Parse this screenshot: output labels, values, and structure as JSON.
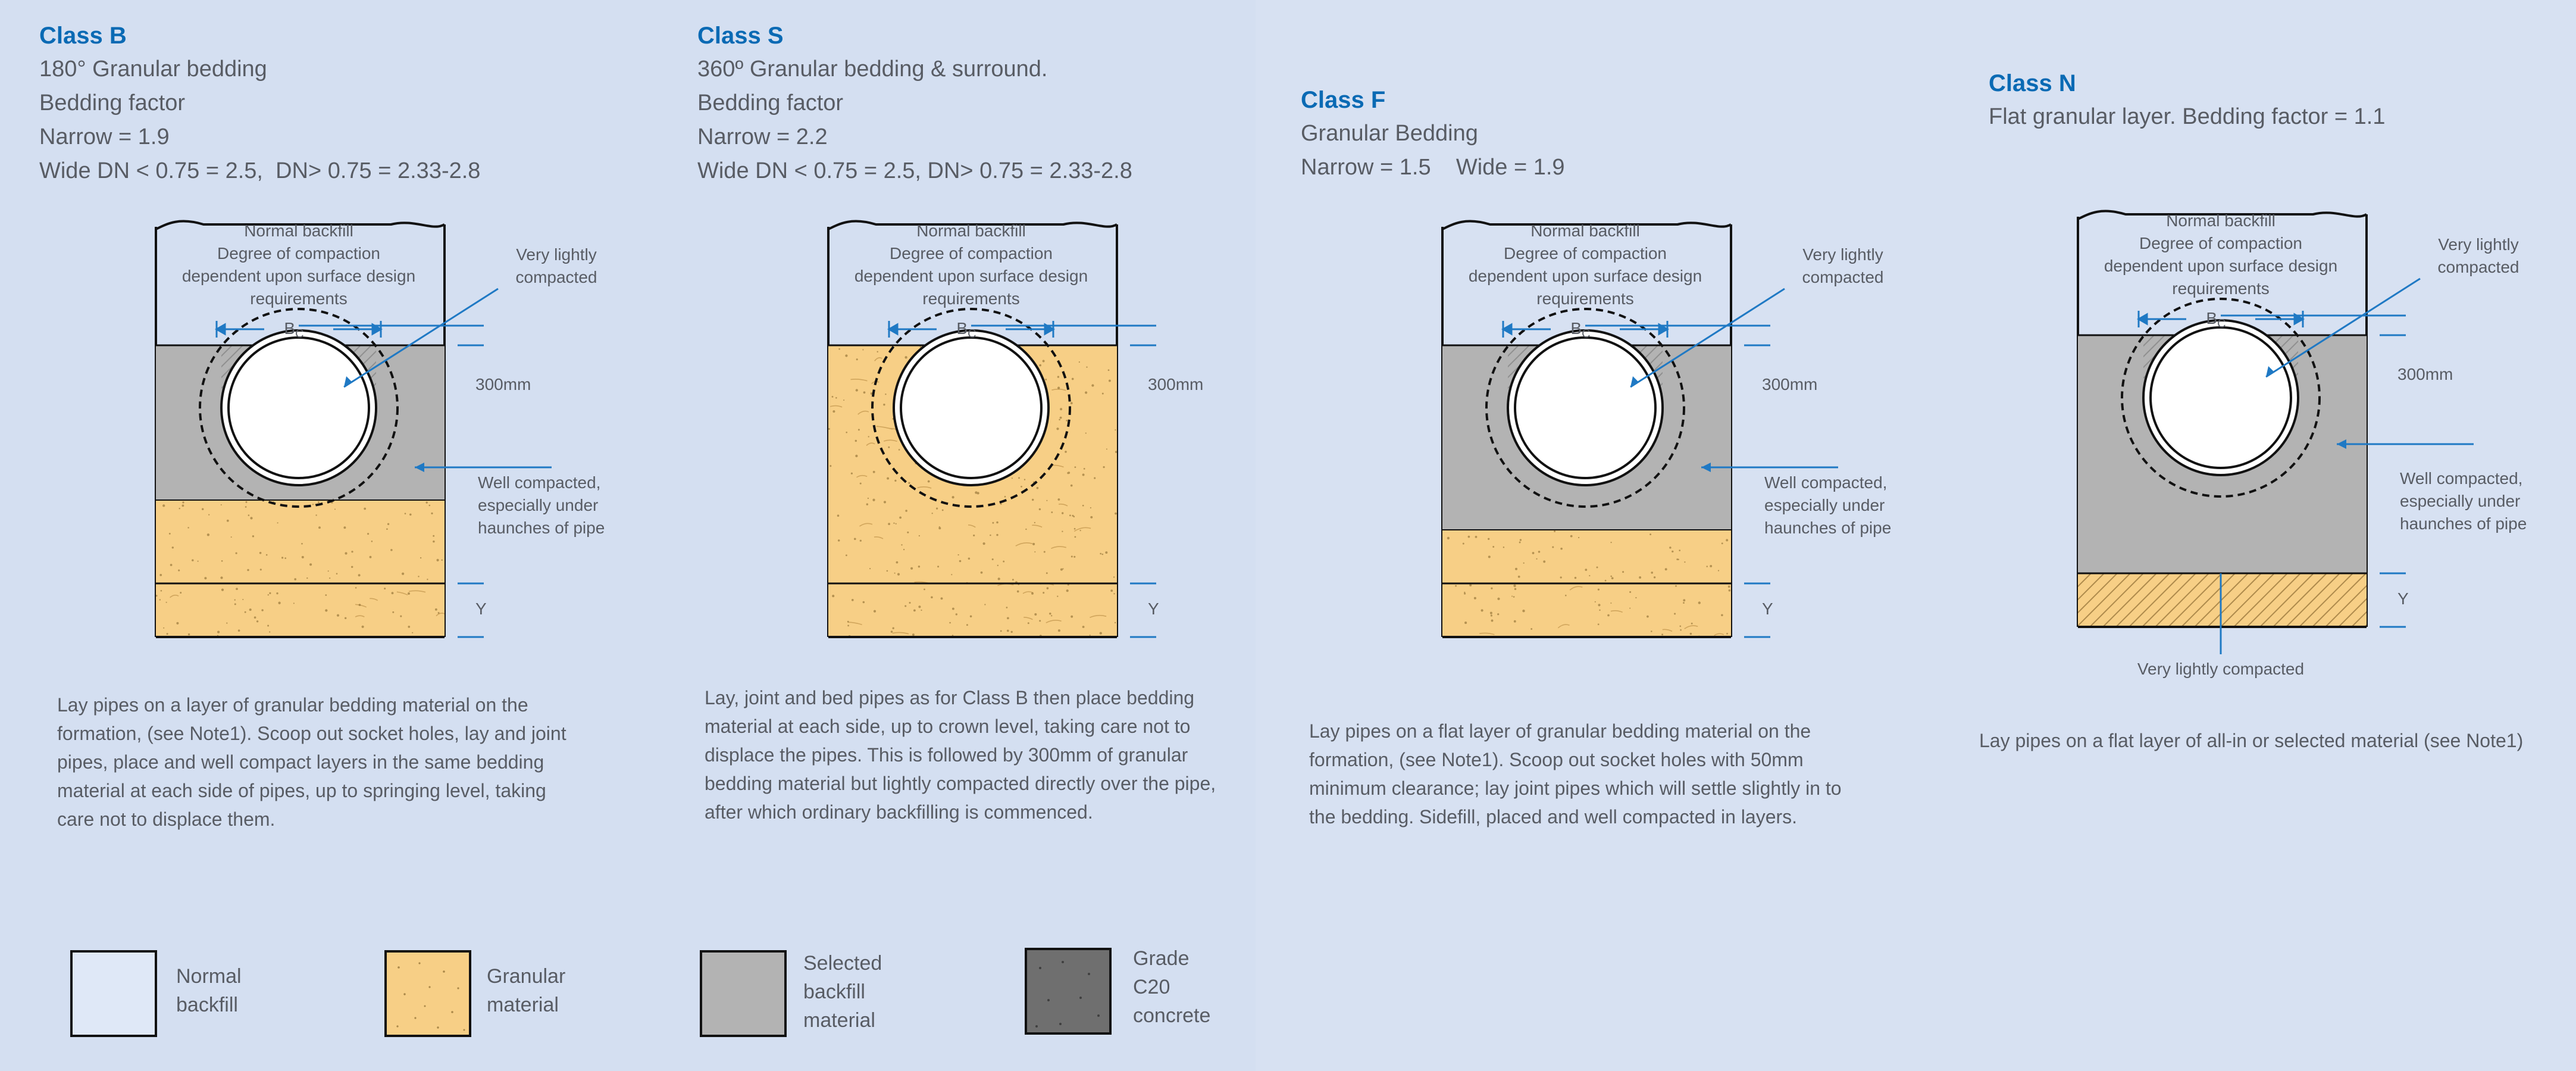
{
  "columns": [
    {
      "title": "Class B",
      "lines": [
        "180° Granular bedding",
        "Bedding factor",
        "Narrow = 1.9",
        "Wide DN < 0.75 = 2.5,  DN> 0.75 = 2.33-2.8"
      ],
      "description": "Lay pipes on a layer of granular bedding material on the formation, (see Note1). Scoop out socket holes, lay and joint pipes, place and well compact layers in the same bedding material at each side of pipes, up to springing level, taking care not to displace them."
    },
    {
      "title": "Class S",
      "lines": [
        "360º Granular bedding & surround.",
        "Bedding factor",
        "Narrow = 2.2",
        "Wide DN < 0.75 = 2.5, DN> 0.75 = 2.33-2.8"
      ],
      "description": "Lay, joint and bed pipes as for Class B then place bedding material at each side, up to crown level, taking care not to displace the pipes. This is followed by 300mm of granular bedding material but lightly compacted directly over the pipe, after which ordinary backfilling is commenced."
    },
    {
      "title": "Class F",
      "lines": [
        "Granular Bedding",
        "Narrow = 1.5    Wide = 1.9"
      ],
      "description": "Lay pipes on a flat layer of granular bedding material on the formation, (see Note1). Scoop out socket holes with 50mm minimum clearance; lay joint pipes which will settle slightly in to the bedding. Sidefill, placed and well compacted in layers."
    },
    {
      "title": "Class N",
      "lines": [
        "Flat granular layer. Bedding factor = 1.1"
      ],
      "description": "Lay pipes on a flat layer of all-in or selected material (see Note1)"
    }
  ],
  "diagram_labels": {
    "normal_backfill": "Normal backfill",
    "compaction_1": "Degree of compaction",
    "compaction_2": "dependent upon surface design",
    "compaction_3": "requirements",
    "bc_main": "B",
    "bc_sub": "C",
    "very_lightly_1": "Very lightly",
    "very_lightly_2": "compacted",
    "dim_300": "300mm",
    "well_1": "Well compacted,",
    "well_2": "especially under",
    "well_3": "haunches of pipe",
    "y": "Y",
    "very_lightly_compacted": "Very lightly compacted"
  },
  "legend": [
    {
      "label_lines": [
        "Normal",
        "backfill"
      ],
      "color": "#dfe8f7"
    },
    {
      "label_lines": [
        "Granular",
        "material"
      ],
      "color": "#f7cf86"
    },
    {
      "label_lines": [
        "Selected",
        "backfill",
        "material"
      ],
      "color": "#b3b3b3"
    },
    {
      "label_lines": [
        "Grade",
        "C20",
        "concrete"
      ],
      "color": "#6f6f6f"
    }
  ],
  "colors": {
    "background": "#d4dff1",
    "title_blue": "#0a6ab4",
    "granular": "#f7cf86",
    "selected_backfill": "#b3b3b3",
    "concrete": "#6f6f6f",
    "leader_blue": "#1f79c4"
  }
}
